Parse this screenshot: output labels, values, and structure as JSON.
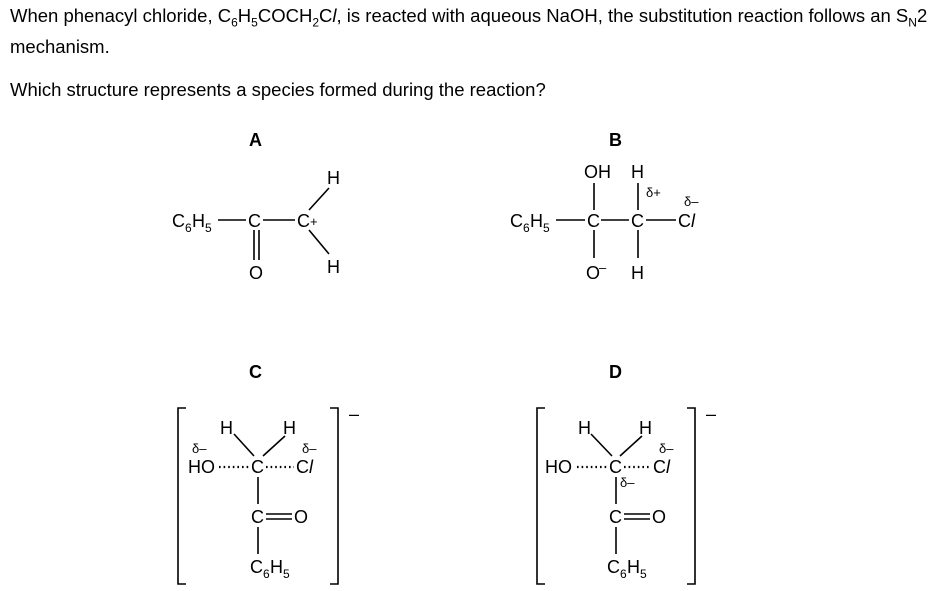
{
  "question": {
    "intro_parts": [
      "When phenacyl chloride, C",
      "6",
      "H",
      "5",
      "COCH",
      "2",
      "C",
      "l",
      ", is reacted with aqueous NaOH, the substitution reaction follows an S",
      "N",
      "2 mechanism."
    ],
    "prompt": "Which structure represents a species formed during the reaction?"
  },
  "options": {
    "A": {
      "label": "A",
      "c6": "C",
      "c6_sub": "6",
      "h5": "H",
      "h5_sub": "5",
      "c1": "C",
      "c2": "C",
      "plus": "+",
      "o": "O",
      "h_top": "H",
      "h_bot": "H"
    },
    "B": {
      "label": "B",
      "c6": "C",
      "c6_sub": "6",
      "h5": "H",
      "h5_sub": "5",
      "c1": "C",
      "c2": "C",
      "oh": "OH",
      "h_top": "H",
      "o": "O",
      "minus": "–",
      "h_bot": "H",
      "delta_plus": "δ+",
      "delta_minus": "δ–",
      "cl_c": "C",
      "cl_l": "l"
    },
    "C": {
      "label": "C",
      "h_left": "H",
      "h_right": "H",
      "delta_ho": "δ–",
      "ho": "HO",
      "c": "C",
      "delta_cl": "δ–",
      "cl_c": "C",
      "cl_l": "l",
      "c2": "C",
      "o": "O",
      "c6": "C",
      "c6_sub": "6",
      "h5": "H",
      "h5_sub": "5",
      "charge": "–"
    },
    "D": {
      "label": "D",
      "h_left": "H",
      "h_right": "H",
      "ho": "HO",
      "c": "C",
      "delta_cl": "δ–",
      "cl_c": "C",
      "cl_l": "l",
      "delta_c": "δ–",
      "c2": "C",
      "o": "O",
      "c6": "C",
      "c6_sub": "6",
      "h5": "H",
      "h5_sub": "5",
      "charge": "–"
    }
  }
}
